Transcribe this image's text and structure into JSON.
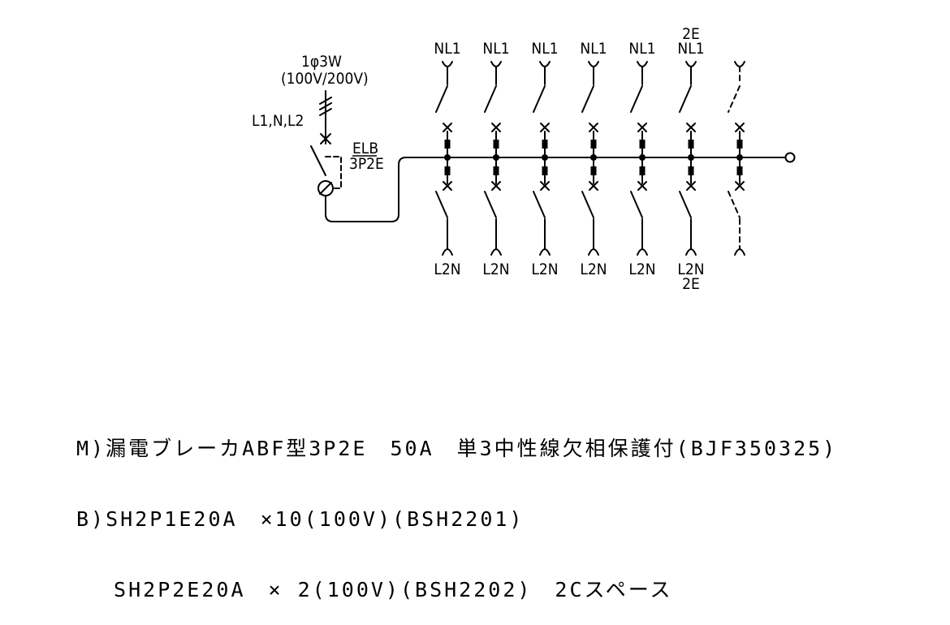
{
  "supply": {
    "phase_label": "1φ3W",
    "voltage_label": "(100V/200V)",
    "conductors_label": "L1,N,L2"
  },
  "main_breaker": {
    "label_line1": "ELB",
    "label_line2": "3P2E"
  },
  "branch_circuits": [
    {
      "top_labels": [
        "NL1"
      ],
      "bottom_labels": [
        "L2N"
      ],
      "spare": false
    },
    {
      "top_labels": [
        "NL1"
      ],
      "bottom_labels": [
        "L2N"
      ],
      "spare": false
    },
    {
      "top_labels": [
        "NL1"
      ],
      "bottom_labels": [
        "L2N"
      ],
      "spare": false
    },
    {
      "top_labels": [
        "NL1"
      ],
      "bottom_labels": [
        "L2N"
      ],
      "spare": false
    },
    {
      "top_labels": [
        "NL1"
      ],
      "bottom_labels": [
        "L2N"
      ],
      "spare": false
    },
    {
      "top_labels": [
        "2E",
        "NL1"
      ],
      "bottom_labels": [
        "L2N",
        "2E"
      ],
      "spare": false
    },
    {
      "top_labels": [],
      "bottom_labels": [],
      "spare": true
    }
  ],
  "spec_lines": [
    "M)漏電ブレーカABF型3P2E　50A　単3中性線欠相保護付(BJF350325)",
    "B)SH2P1E20A　×10(100V)(BSH2201)",
    "　 SH2P2E20A　× 2(100V)(BSH2202)　2Cスペース"
  ]
}
